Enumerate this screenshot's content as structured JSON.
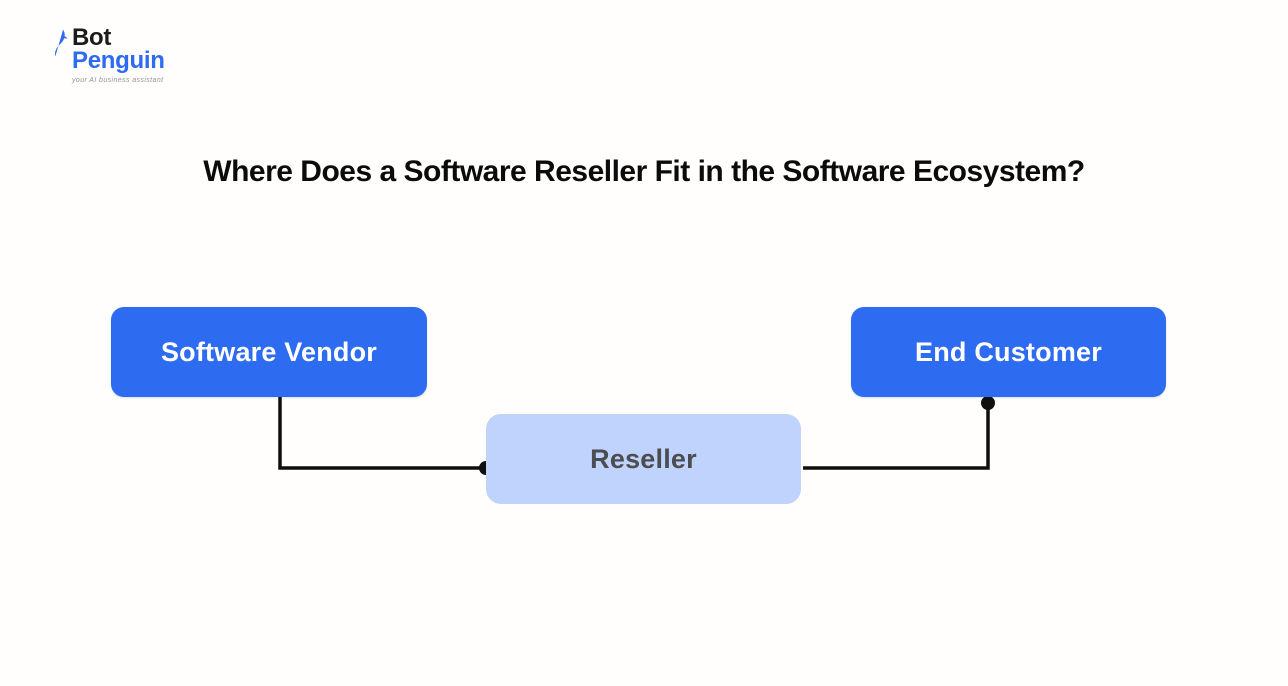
{
  "logo": {
    "brand_top": "Bot",
    "brand_bottom": "Penguin",
    "tagline": "your AI business assistant"
  },
  "title": "Where Does a Software Reseller Fit in the Software Ecosystem?",
  "diagram": {
    "nodes": [
      {
        "id": "software-vendor",
        "label": "Software Vendor",
        "variant": "primary"
      },
      {
        "id": "end-customer",
        "label": "End Customer",
        "variant": "primary"
      },
      {
        "id": "reseller",
        "label": "Reseller",
        "variant": "secondary"
      }
    ],
    "connections": [
      {
        "from": "software-vendor",
        "to": "reseller",
        "dot_at": "reseller-left-edge"
      },
      {
        "from": "reseller",
        "to": "end-customer",
        "dot_at": "end-customer-bottom-edge"
      }
    ]
  },
  "colors": {
    "primary_blue": "#2d6bf0",
    "light_blue": "#bfd3fc",
    "node_text_light": "#ffffff",
    "node_text_dark": "#4b4d50",
    "title_text": "#0b0b0c",
    "connector_line": "#0f0f0f",
    "background": "#fffefc",
    "logo_dark": "#1b1b1b",
    "logo_blue": "#2d6bf0",
    "tagline_gray": "#8f939b"
  }
}
